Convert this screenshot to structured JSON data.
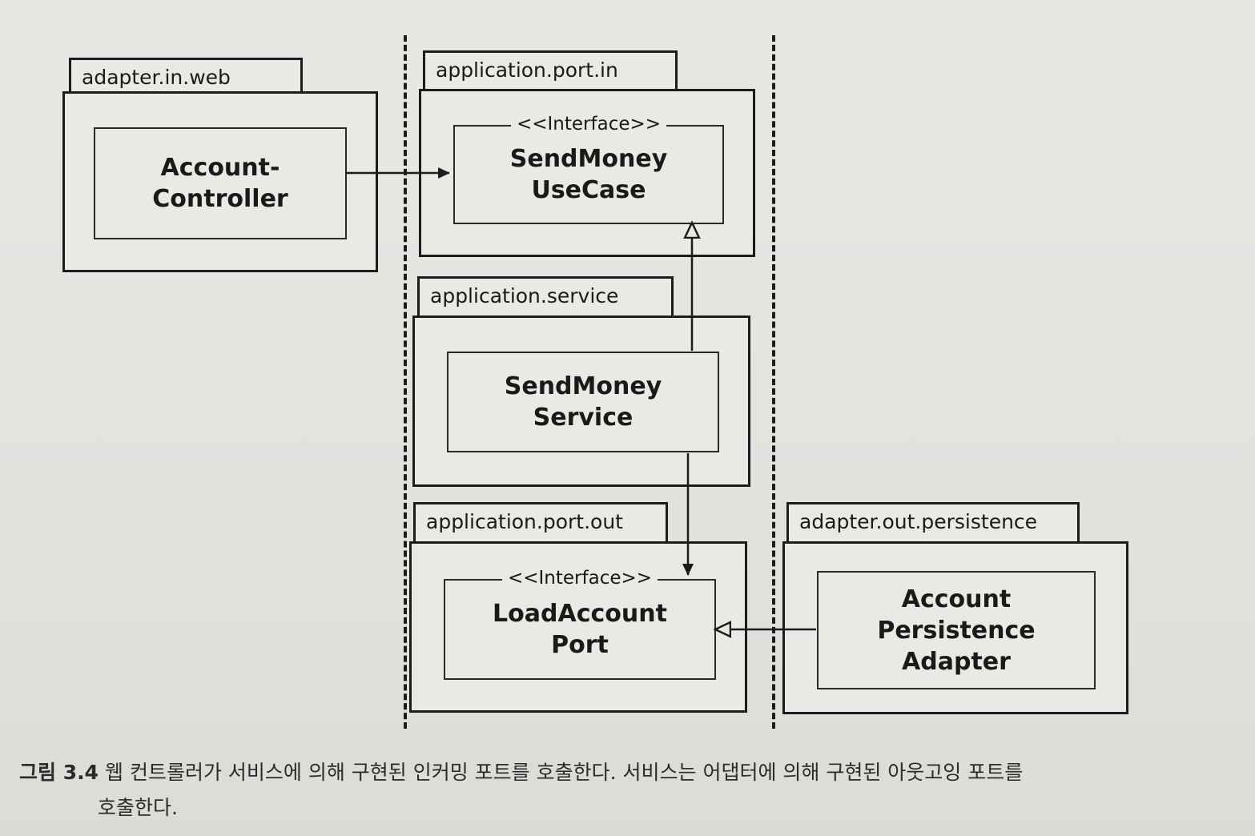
{
  "packages": {
    "web": {
      "label": "adapter.in.web"
    },
    "port_in": {
      "label": "application.port.in"
    },
    "service": {
      "label": "application.service"
    },
    "port_out": {
      "label": "application.port.out"
    },
    "persistence": {
      "label": "adapter.out.persistence"
    }
  },
  "components": {
    "controller": {
      "title": "Account-\nController"
    },
    "use_case": {
      "stereotype": "<<Interface>>",
      "title": "SendMoney\nUseCase"
    },
    "service": {
      "title": "SendMoney\nService"
    },
    "load_port": {
      "stereotype": "<<Interface>>",
      "title": "LoadAccount\nPort"
    },
    "adapter": {
      "title": "Account\nPersistence\nAdapter"
    }
  },
  "caption": {
    "number": "그림 3.4",
    "line1": "웹 컨트롤러가 서비스에 의해 구현된 인커밍 포트를 호출한다. 서비스는 어댑터에 의해 구현된 아웃고잉 포트를",
    "line2": "호출한다."
  }
}
